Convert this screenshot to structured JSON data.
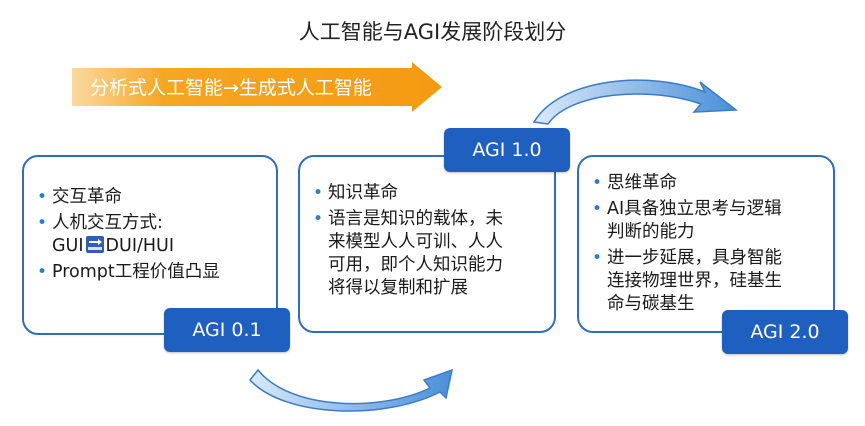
{
  "title": "人工智能与AGI发展阶段划分",
  "banner": {
    "text": "分析式人工智能→生成式人工智能",
    "color": "#f5a623"
  },
  "cards": [
    {
      "label": "AGI 0.1",
      "bullets": [
        {
          "lines": [
            "交互革命"
          ]
        },
        {
          "lines": [
            "人机交互方式:",
            "GUI",
            "DUI/HUI"
          ],
          "icon": "soon-arrow-icon"
        },
        {
          "lines": [
            "Prompt工程价值凸显"
          ]
        }
      ]
    },
    {
      "label": "AGI 1.0",
      "bullets": [
        {
          "lines": [
            "知识革命"
          ]
        },
        {
          "lines": [
            "语言是知识的载体，未",
            "来模型人人可训、人人",
            "可用，即个人知识能力",
            "将得以复制和扩展"
          ]
        }
      ]
    },
    {
      "label": "AGI 2.0",
      "bullets": [
        {
          "lines": [
            "思维革命"
          ]
        },
        {
          "lines": [
            "AI具备独立思考与逻辑",
            "判断的能力"
          ]
        },
        {
          "lines": [
            "进一步延展，具身智能",
            "连接物理世界，硅基生",
            "命与碳基生"
          ]
        }
      ]
    }
  ],
  "colors": {
    "card_border": "#2e6fb8",
    "label_bg": "#1f5fbf",
    "arrow_blue": "#4a8fd8",
    "bullet": "#2b7bd0"
  }
}
